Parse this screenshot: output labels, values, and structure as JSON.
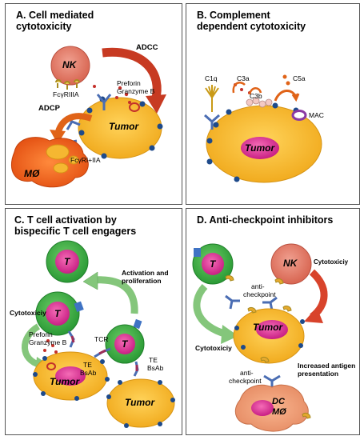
{
  "panels": {
    "a": {
      "title_line1": "A. Cell mediated",
      "title_line2": "cytotoxicity",
      "nk": "NK",
      "tumor": "Tumor",
      "mo": "MØ",
      "adcc": "ADCC",
      "adcp": "ADCP",
      "fcgr3a": "FcγRIIIA",
      "fcgr1": "FcγRI+IIA",
      "perforin": "Preforin",
      "granzyme": "Granzyme B"
    },
    "b": {
      "title_line1": "B. Complement",
      "title_line2": "dependent cytotoxicity",
      "c1q": "C1q",
      "c3a": "C3a",
      "c3b": "C3b",
      "c5a": "C5a",
      "mac": "MAC",
      "tumor": "Tumor"
    },
    "c": {
      "title_line1": "C. T cell activation by",
      "title_line2": "bispecific T cell engagers",
      "t": "T",
      "tumor": "Tumor",
      "activation_line1": "Activation and",
      "activation_line2": "proliferation",
      "cytotoxicity": "Cytotoxiciy",
      "perforin": "Preforin",
      "granzyme": "Granzyme B",
      "tcr": "TCR",
      "te": "TE",
      "bsab": "BsAb"
    },
    "d": {
      "title": "D. Anti-checkpoint inhibitors",
      "t": "T",
      "nk": "NK",
      "tumor": "Tumor",
      "cytotoxicity": "Cytotoxiciy",
      "anti": "anti-",
      "checkpoint": "checkpoint",
      "antigen_line1": "Increased antigen",
      "antigen_line2": "presentation",
      "dc": "DC",
      "mo": "MØ"
    }
  },
  "colors": {
    "nk": "#e0796a",
    "tumor": "#f5b731",
    "tcell": "#3db34a",
    "nucleus": "#e2399a",
    "macrophage": "#ff6a1f",
    "antibody": "#5b7fc4",
    "arrow_red": "#d8432b",
    "arrow_green": "#8fcf86"
  }
}
